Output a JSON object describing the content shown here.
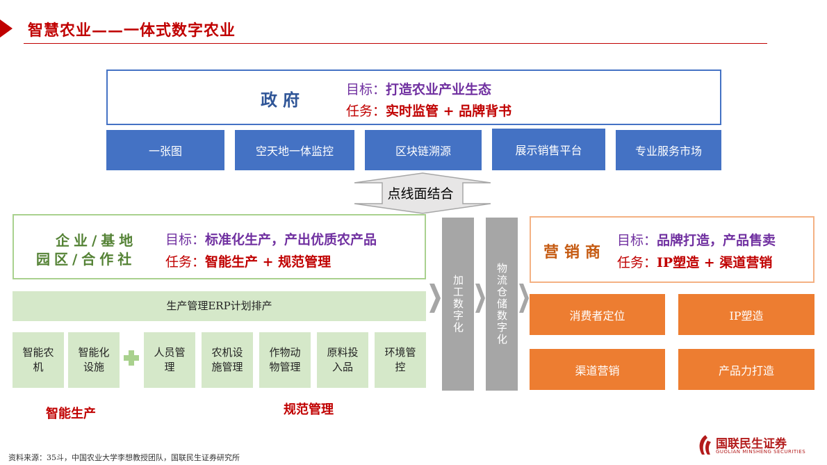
{
  "header": {
    "title": "智慧农业——一体式数字农业"
  },
  "government": {
    "name": "政府",
    "goal_label": "目标：",
    "goal_value": "打造农业产业生态",
    "task_label": "任务：",
    "task_value": "实时监管 + 品牌背书",
    "boxes": [
      "一张图",
      "空天地一体监控",
      "区块链溯源",
      "展示销售平台",
      "专业服务市场"
    ]
  },
  "connector": {
    "label": "点线面结合"
  },
  "enterprise": {
    "name_line1": "企业/基地",
    "name_line2": "园区/合作社",
    "goal_label": "目标：",
    "goal_value": "标准化生产，产出优质农产品",
    "task_label": "任务：",
    "task_value": "智能生产 + 规范管理",
    "erp": "生产管理ERP计划排产",
    "items": [
      "智能农机",
      "智能化设施",
      "人员管理",
      "农机设施管理",
      "作物动物管理",
      "原料投入品",
      "环境管控"
    ],
    "smart_label": "智能生产",
    "mgmt_label": "规范管理"
  },
  "middle": {
    "processing": "加工数字化",
    "logistics": "物流仓储数字化"
  },
  "marketer": {
    "name": "营销商",
    "goal_label": "目标：",
    "goal_value": "品牌打造，产品售卖",
    "task_label": "任务：",
    "task_value": "IP塑造 + 渠道营销",
    "boxes": [
      "消费者定位",
      "IP塑造",
      "渠道营销",
      "产品力打造"
    ]
  },
  "source": "资料来源：35斗，中国农业大学李想教授团队，国联民生证券研究所",
  "logo": {
    "name": "国联民生证券",
    "sub": "GUOLIAN MINSHENG SECURITIES"
  },
  "colors": {
    "red": "#c00000",
    "blue": "#4472c4",
    "green": "#d5e8c9",
    "orange": "#ed7d31",
    "gray": "#a6a6a6",
    "purple": "#7030a0"
  }
}
